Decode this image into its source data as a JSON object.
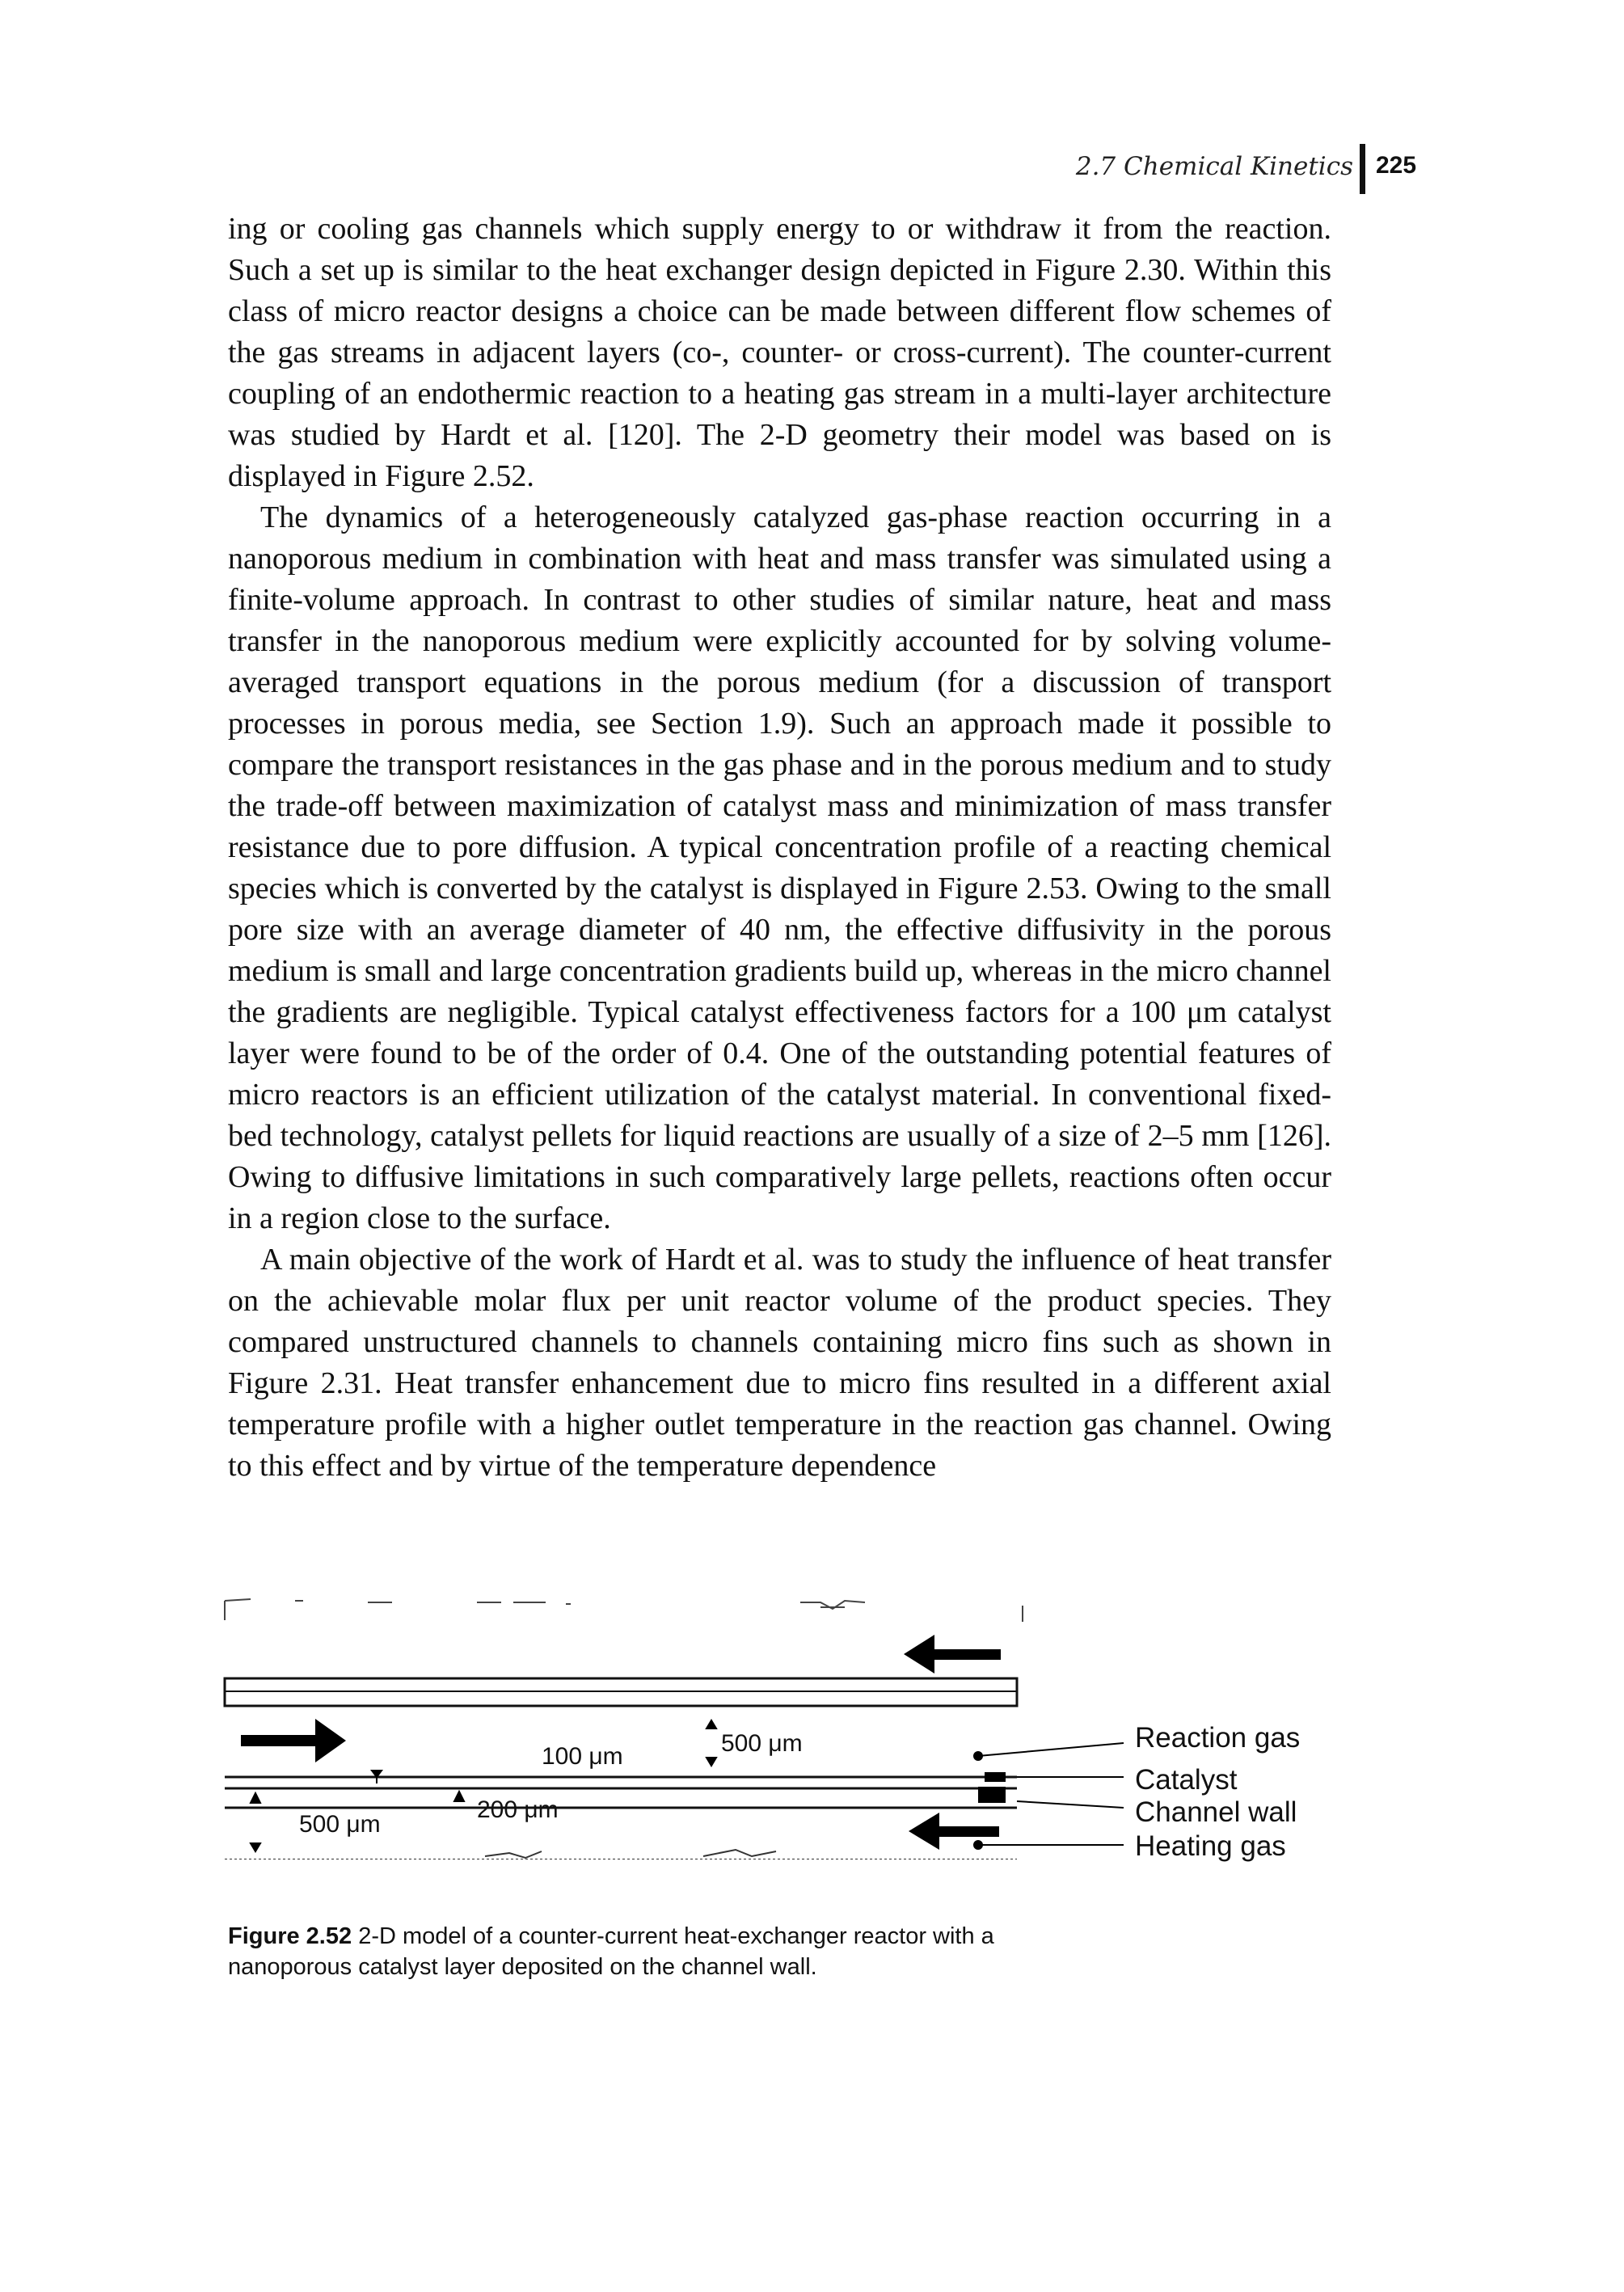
{
  "header": {
    "running_head": "2.7 Chemical Kinetics",
    "page_number": "225"
  },
  "paragraphs": [
    "ing or cooling gas channels which supply energy to or withdraw it from the reaction. Such a set up is similar to the heat exchanger design depicted in Figure 2.30. Within this class of micro reactor designs a choice can be made between different flow schemes of the gas streams in adjacent layers (co-, counter- or cross-current). The counter-current coupling of an endothermic reaction to a heating gas stream in a multi-layer architecture was studied by Hardt et al. [120]. The 2-D geometry their model was based on is displayed in Figure 2.52.",
    "The dynamics of a heterogeneously catalyzed gas-phase reaction occurring in a nanoporous medium in combination with heat and mass transfer was simulated using a finite-volume approach. In contrast to other studies of similar nature, heat and mass transfer in the nanoporous medium were explicitly accounted for by solving volume-averaged transport equations in the porous medium (for a discussion of transport processes in porous media, see Section 1.9). Such an approach made it possible to compare the transport resistances in the gas phase and in the porous medium and to study the trade-off between maximization of catalyst mass and minimization of mass transfer resistance due to pore diffusion. A typical concentration profile of a reacting chemical species which is converted by the catalyst is displayed in Figure 2.53. Owing to the small pore size with an average diameter of 40 nm, the effective diffusivity in the porous medium is small and large concentration gradients build up, whereas in the micro channel the gradients are negligible. Typical catalyst effectiveness factors for a 100 μm catalyst layer were found to be of the order of 0.4. One of the outstanding potential features of micro reactors is an efficient utilization of the catalyst material. In conventional fixed-bed technology, catalyst pellets for liquid reactions are usually of a size of 2–5 mm [126]. Owing to diffusive limitations in such comparatively large pellets, reactions often occur in a region close to the surface.",
    "A main objective of the work of Hardt et al. was to study the influence of heat transfer on the achievable molar flux per unit reactor volume of the product species. They compared unstructured channels to channels containing micro fins such as shown in Figure 2.31. Heat transfer enhancement due to micro fins resulted in a different axial temperature profile with a higher outlet temperature in the reaction gas channel. Owing to this effect and by virtue of the temperature dependence"
  ],
  "figure": {
    "labels": {
      "reaction_gas": "Reaction gas",
      "catalyst": "Catalyst",
      "channel_wall": "Channel wall",
      "heating_gas": "Heating gas"
    },
    "dimensions": {
      "catalyst_thickness": "100 μm",
      "reaction_channel_height": "500 μm",
      "heating_channel_height": "500 μm",
      "wall_thickness": "200 μm"
    }
  },
  "caption": {
    "number": "Figure 2.52",
    "text": "2-D model of a counter-current heat-exchanger reactor with a nanoporous catalyst layer deposited on the channel wall."
  }
}
